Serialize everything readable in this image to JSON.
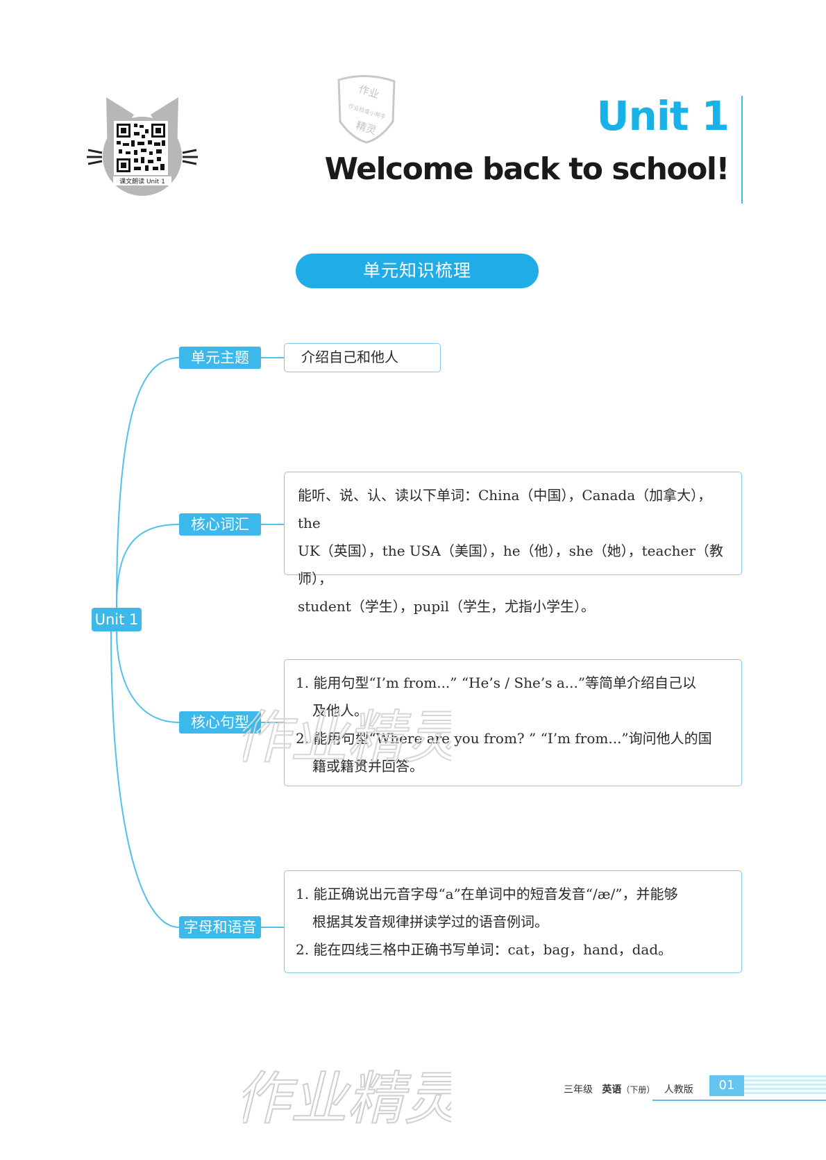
{
  "header": {
    "qr_caption": "课文朗读 Unit 1",
    "unit_title": "Unit 1",
    "unit_subtitle": "Welcome back to school!",
    "stamp_text": [
      "作业",
      "作业检查小帮手",
      "精灵"
    ]
  },
  "section": {
    "title": "单元知识梳理"
  },
  "mindmap": {
    "root": "Unit 1",
    "branches": [
      {
        "tag": "单元主题",
        "lines": [
          "介绍自己和他人"
        ]
      },
      {
        "tag": "核心词汇",
        "lines": [
          "能听、说、认、读以下单词：China（中国），Canada（加拿大），the",
          "UK（英国），the USA（美国），he（他），she（她），teacher（教师），",
          "student（学生），pupil（学生，尤指小学生）。"
        ]
      },
      {
        "tag": "核心句型",
        "lines": [
          "1. 能用句型“I’m from...” “He’s / She’s a...”等简单介绍自己以",
          "及他人。",
          "2. 能用句型“Where are you from? ” “I’m from...”询问他人的国",
          "籍或籍贯并回答。"
        ]
      },
      {
        "tag": "字母和语音",
        "lines": [
          "1. 能正确说出元音字母“a”在单词中的短音发音“/æ/”，并能够",
          "根据其发音规律拼读学过的语音例词。",
          "2. 能在四线三格中正确书写单词：cat，bag，hand，dad。"
        ]
      }
    ]
  },
  "footer": {
    "grade": "三年级",
    "subject": "英语",
    "volume": "（下册）",
    "edition": "人教版",
    "page": "01"
  },
  "watermark": {
    "text": "作业精灵"
  },
  "colors": {
    "accent": "#20ace6",
    "line": "#3cb9ea",
    "title": "#18b2e8",
    "box_border": "#7fcbe9"
  }
}
